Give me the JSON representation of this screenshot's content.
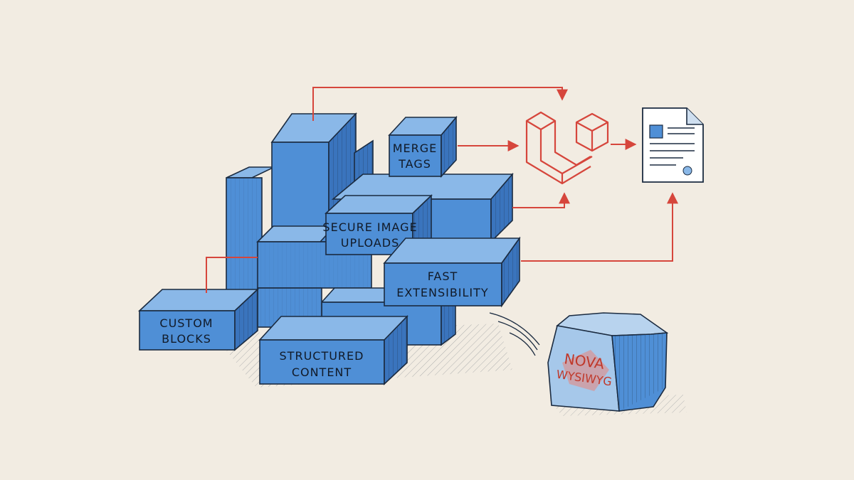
{
  "blocks": {
    "merge_tags": [
      "MERGE",
      "TAGS"
    ],
    "secure_image_uploads": [
      "SECURE IMAGE",
      "UPLOADS"
    ],
    "fast_extensibility": [
      "FAST",
      "EXTENSIBILITY"
    ],
    "custom_blocks": [
      "CUSTOM",
      "BLOCKS"
    ],
    "structured_content": [
      "STRUCTURED",
      "CONTENT"
    ]
  },
  "legacy_block": [
    "NOVA",
    "WYSIWYG"
  ],
  "colors": {
    "block_blue": "#4f8fd6",
    "block_top": "#8ab8e8",
    "outline": "#1b2b40",
    "flow_red": "#d6463c",
    "paper": "#f2ece2"
  },
  "icons": [
    "laravel-logo-icon",
    "document-icon"
  ]
}
